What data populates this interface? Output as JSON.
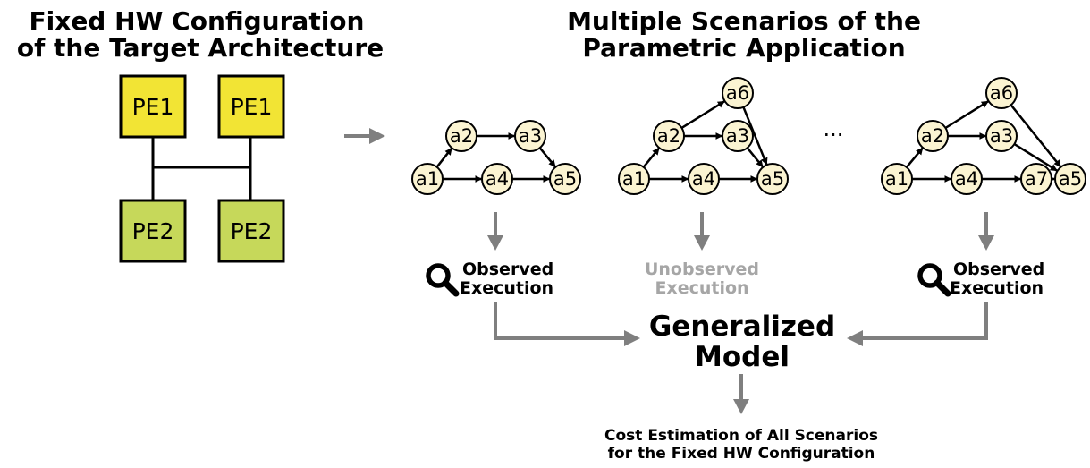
{
  "left_title": [
    "Fixed HW Configuration",
    "of the Target Architecture"
  ],
  "right_title": [
    "Multiple Scenarios of the",
    "Parametric Application"
  ],
  "pe_labels": [
    "PE1",
    "PE1",
    "PE2",
    "PE2"
  ],
  "ellipsis": "...",
  "graphs": [
    {
      "nodes": [
        "a1",
        "a2",
        "a3",
        "a4",
        "a5"
      ]
    },
    {
      "nodes": [
        "a1",
        "a2",
        "a3",
        "a4",
        "a5",
        "a6"
      ]
    },
    {
      "nodes": [
        "a1",
        "a2",
        "a3",
        "a4",
        "a5",
        "a6",
        "a7"
      ]
    }
  ],
  "executions": [
    {
      "line1": "Observed",
      "line2": "Execution",
      "observed": true
    },
    {
      "line1": "Unobserved",
      "line2": "Execution",
      "observed": false
    },
    {
      "line1": "Observed",
      "line2": "Execution",
      "observed": true
    }
  ],
  "model": [
    "Generalized",
    "Model"
  ],
  "cost": [
    "Cost Estimation of All Scenarios",
    "for the Fixed HW Configuration"
  ],
  "colors": {
    "pe1_fill": "#f2e434",
    "pe2_fill": "#c6d85a",
    "node_fill": "#fbf4d2",
    "arrow_gray": "#7f7f7f",
    "dim_text": "#a6a6a6"
  }
}
